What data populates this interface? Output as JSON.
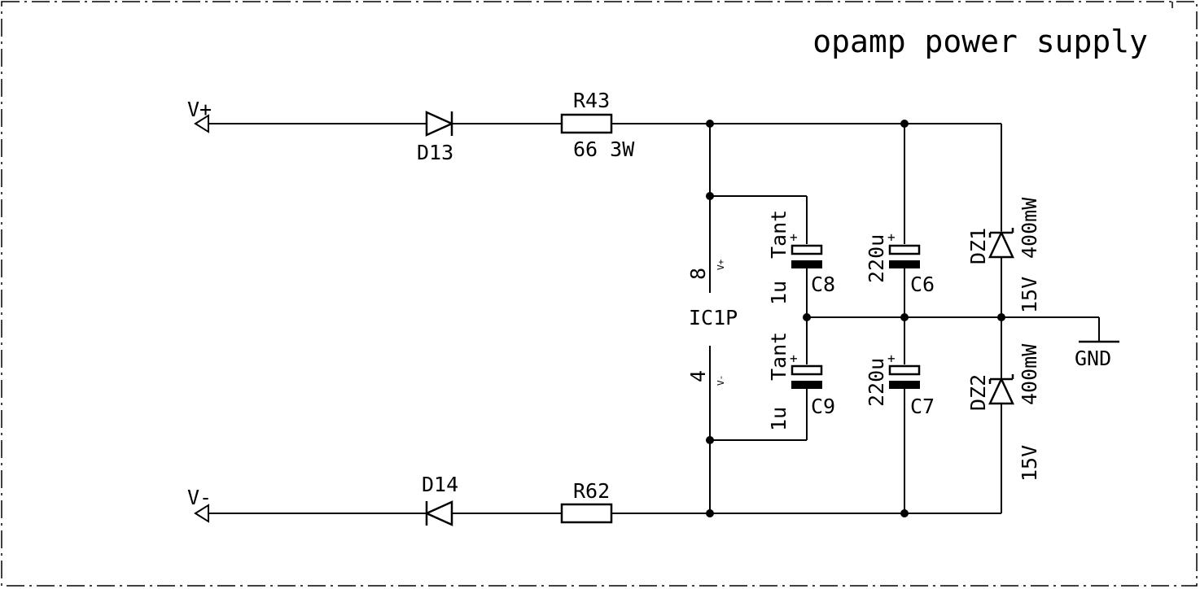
{
  "title": "opamp power supply",
  "nets": {
    "v_plus": "V+",
    "v_minus": "V-",
    "gnd": "GND"
  },
  "components": {
    "d13": {
      "name": "D13"
    },
    "d14": {
      "name": "D14"
    },
    "r43": {
      "name": "R43",
      "value": "66 3W"
    },
    "r62": {
      "name": "R62"
    },
    "ic1p": {
      "name": "IC1P",
      "pin_top": "8",
      "pin_top_label": "V+",
      "pin_bottom": "4",
      "pin_bottom_label": "V-"
    },
    "c8": {
      "name": "C8",
      "value": "1u",
      "type": "Tant",
      "polarity": "+"
    },
    "c9": {
      "name": "C9",
      "value": "1u",
      "type": "Tant",
      "polarity": "+"
    },
    "c6": {
      "name": "C6",
      "value": "220u",
      "polarity": "+"
    },
    "c7": {
      "name": "C7",
      "value": "220u",
      "polarity": "+"
    },
    "dz1": {
      "name": "DZ1",
      "voltage": "15V",
      "power": "400mW"
    },
    "dz2": {
      "name": "DZ2",
      "voltage": "15V",
      "power": "400mW"
    }
  }
}
